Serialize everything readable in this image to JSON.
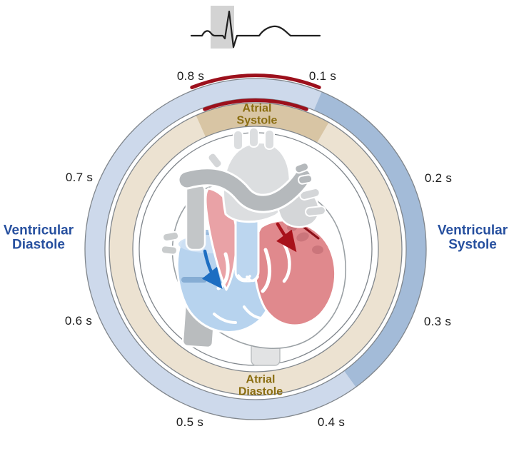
{
  "time_labels": [
    {
      "label": "0.1 s"
    },
    {
      "label": "0.2 s"
    },
    {
      "label": "0.3 s"
    },
    {
      "label": "0.4 s"
    },
    {
      "label": "0.5 s"
    },
    {
      "label": "0.6 s"
    },
    {
      "label": "0.7 s"
    },
    {
      "label": "0.8 s"
    }
  ],
  "phases": {
    "atrial_systole": {
      "line1": "Atrial",
      "line2": "Systole"
    },
    "atrial_diastole": {
      "line1": "Atrial",
      "line2": "Diastole"
    },
    "ventricular_systole": {
      "line1": "Ventricular",
      "line2": "Systole"
    },
    "ventricular_diastole": {
      "line1": "Ventricular",
      "line2": "Diastole"
    }
  },
  "graphics": {
    "ecg_icon": "ecg-waveform-icon",
    "heart_icon": "heart-cross-section-icon",
    "colors": {
      "ring_light_blue": "#cdd9eb",
      "ring_dark_blue": "#a3bbd8",
      "ring_cream": "#ece2d1",
      "ring_dark_tan": "#d8c5a4",
      "duration_arc_red": "#9c101c",
      "phase_label_blue": "#27509f",
      "phase_label_gold": "#8a6d10",
      "heart_left_red": "#e0898d",
      "heart_right_blue": "#b7d3ee",
      "vessel_gray": "#b5b9bc",
      "ecg_highlight_gray": "#d3d3d3"
    }
  }
}
